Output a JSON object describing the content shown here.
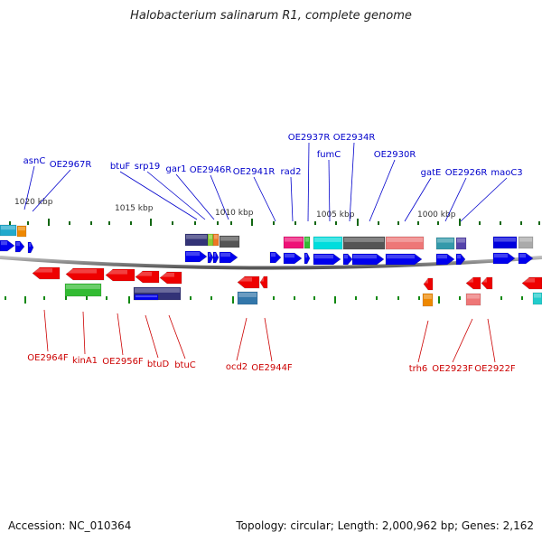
{
  "title": "Halobacterium salinarum R1, complete genome",
  "footer": {
    "accession": "Accession: NC_010364",
    "summary": "Topology: circular; Length: 2,000,962 bp; Genes: 2,162"
  },
  "colors": {
    "forward_label": "#0000cc",
    "reverse_label": "#cc0000",
    "forward_gene": "#0000ee",
    "reverse_gene": "#ee0000",
    "tick_fwd": "#116611",
    "tick_rev": "#118811"
  },
  "scale": {
    "ticks": [
      "1020 kbp",
      "1015 kbp",
      "1010 kbp",
      "1005 kbp",
      "1000 kbp"
    ]
  },
  "labels_top": [
    "asnC",
    "OE2967R",
    "btuF",
    "srp19",
    "gar1",
    "OE2946R",
    "OE2941R",
    "rad2",
    "OE2937R",
    "fumC",
    "OE2934R",
    "OE2930R",
    "gatE",
    "OE2926R",
    "maoC3"
  ],
  "labels_bottom": [
    "OE2964F",
    "kinA1",
    "OE2956F",
    "btuD",
    "btuC",
    "ocd2",
    "OE2944F",
    "trh6",
    "OE2923F",
    "OE2922F"
  ]
}
